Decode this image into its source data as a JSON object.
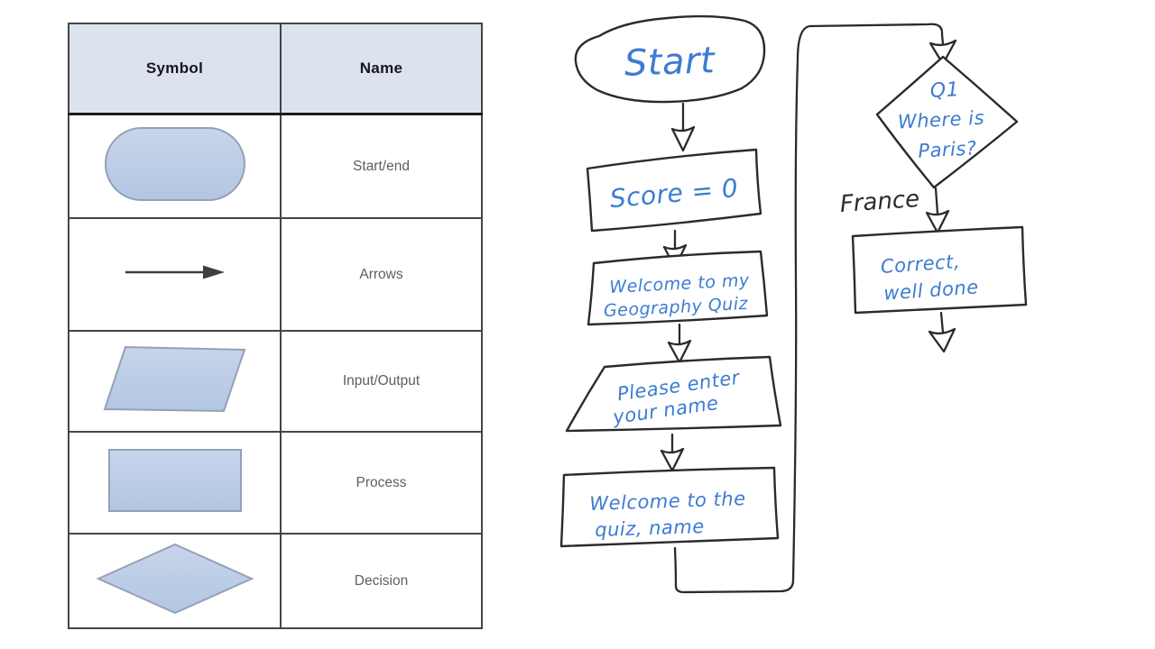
{
  "legend_table": {
    "header": {
      "symbol": "Symbol",
      "name": "Name"
    },
    "rows": [
      {
        "symbol_icon": "stadium-icon",
        "name": "Start/end"
      },
      {
        "symbol_icon": "arrow-icon",
        "name": "Arrows"
      },
      {
        "symbol_icon": "parallelogram-icon",
        "name": "Input/Output"
      },
      {
        "symbol_icon": "rectangle-icon",
        "name": "Process"
      },
      {
        "symbol_icon": "diamond-icon",
        "name": "Decision"
      }
    ]
  },
  "flowchart": {
    "start_label": "Start",
    "score_label": "Score = 0",
    "welcome_line1": "Welcome to my",
    "welcome_line2": "Geography Quiz",
    "enter_line1": "Please enter",
    "enter_line2": "your name",
    "greet_line1": "Welcome to the",
    "greet_line2": "quiz, name",
    "q1_line1": "Q1",
    "q1_line2": "Where is",
    "q1_line3": "Paris?",
    "answer_label": "France",
    "correct_line1": "Correct,",
    "correct_line2": "well done"
  },
  "colors": {
    "header_bg": "#dce3ef",
    "shape_fill": "#b3c6e2",
    "shape_fill_light": "#c7d5ea",
    "shape_border": "#94a1b6",
    "label_gray": "#5e5e5e",
    "arrow_gray": "#3f3f3f",
    "ink_blue": "#3c7cd2",
    "ink_black": "#2b2b2b"
  }
}
